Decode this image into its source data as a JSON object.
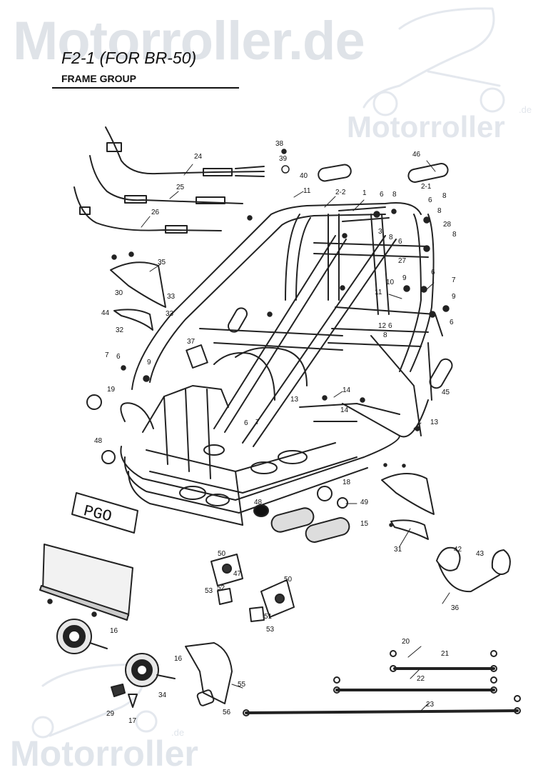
{
  "watermark": {
    "top": "Motorroller.de",
    "right": "Motorroller",
    "right_sup": ".de",
    "bottom": "Motorroller",
    "bottom_sup": ".de"
  },
  "header": {
    "title": "F2-1 (FOR BR-50)",
    "subtitle": "FRAME GROUP"
  },
  "plate_text": "PGO",
  "callouts": [
    "24",
    "25",
    "26",
    "38",
    "39",
    "40",
    "11",
    "2-2",
    "1",
    "6",
    "8",
    "2-1",
    "8",
    "46",
    "6",
    "8",
    "3",
    "8",
    "6",
    "28",
    "8",
    "35",
    "30",
    "33",
    "44",
    "33",
    "32",
    "27",
    "6",
    "7",
    "10",
    "9",
    "11",
    "9",
    "12",
    "6",
    "8",
    "6",
    "37",
    "7",
    "6",
    "9",
    "19",
    "13",
    "14",
    "14",
    "45",
    "6",
    "7",
    "13",
    "48",
    "18",
    "49",
    "15",
    "48",
    "31",
    "42",
    "43",
    "36",
    "50",
    "47",
    "53",
    "52",
    "50",
    "51",
    "53",
    "16",
    "16",
    "55",
    "34",
    "29",
    "17",
    "56",
    "20",
    "21",
    "22",
    "23"
  ]
}
